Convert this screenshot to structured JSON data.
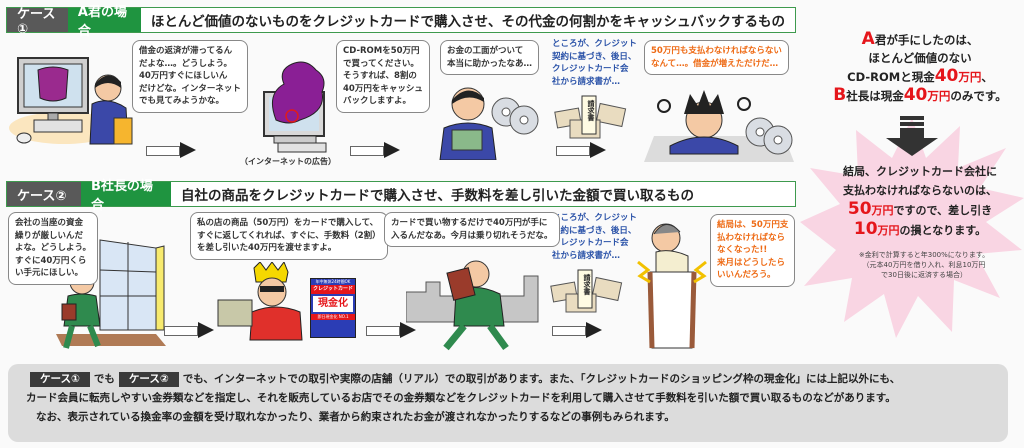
{
  "case_a": {
    "case_label": "ケース①",
    "who_label": "A君の場合",
    "description": "ほとんど価値のないものをクレジットカードで購入させ、その代金の何割かをキャッシュバックするもの",
    "bubble_1": [
      "借金の返済が滞ってるん",
      "だよな…。どうしよう。",
      "40万円すぐにほしいん",
      "だけどな。インターネット",
      "でも見てみようかな。"
    ],
    "bubble_2": [
      "CD-ROMを50万円",
      "で買ってください。",
      "そうすれば、8割の",
      "40万円をキャッシュ",
      "バックしますよ。"
    ],
    "ad_caption": "（インターネットの広告）",
    "bubble_3": [
      "お金の工面がついて",
      "本当に助かったなあ…"
    ],
    "narration": [
      "ところが、クレジット",
      "契約に基づき、後日、",
      "クレジットカード会",
      "社から請求書が…"
    ],
    "invoice_label": "請求書",
    "bubble_4": [
      "50万円も支払わなければならない",
      "なんて…。借金が増えただけだ…"
    ]
  },
  "case_b": {
    "case_label": "ケース②",
    "who_label": "B社長の場合",
    "description": "自社の商品をクレジットカードで購入させ、手数料を差し引いた金額で買い取るもの",
    "bubble_1": [
      "会社の当座の資金",
      "繰りが厳しいんだ",
      "よな。どうしよう。",
      "すぐに40万円くら",
      "い手元にほしい。"
    ],
    "bubble_2": [
      "私の店の商品（50万円）をカードで購入して、",
      "すぐに返してくれれば、すぐに、手数料（2割）",
      "を差し引いた40万円を渡せますよ。"
    ],
    "sign": {
      "top": "年中無休24時間OK",
      "brand": "クレジットカード",
      "main": "現金化",
      "bottom": "即日現金化 NO.1"
    },
    "bubble_3": [
      "カードで買い物するだけで40万円が手に",
      "入るんだなあ。今月は乗り切れそうだな。"
    ],
    "narration": [
      "ところが、クレジット",
      "契約に基づき、後日、",
      "クレジットカード会",
      "社から請求書が…"
    ],
    "invoice_label": "請求書",
    "bubble_4": [
      "結局は、50万円支",
      "払わなければなら",
      "なくなった!!",
      "来月はどうしたら",
      "いいんだろう。"
    ]
  },
  "summary": {
    "top": {
      "l1_letter": "A",
      "l1_text": "君が手にしたのは、",
      "l2": "ほとんど価値のない",
      "l3_text": "CD-ROMと現金",
      "l3_amount": "40",
      "l3_unit": "万円",
      "l3_end": "、",
      "l4_letter": "B",
      "l4_text": "社長は現金",
      "l4_amount": "40",
      "l4_unit": "万円",
      "l4_end": "のみです。"
    },
    "bottom": {
      "l1": "結局、クレジットカード会社に",
      "l2": "支払わなければならないのは、",
      "l3_amount": "50",
      "l3_unit": "万円",
      "l3_text": "ですので、差し引き",
      "l4_amount": "10",
      "l4_unit": "万円",
      "l4_text": "の損となります。"
    },
    "note": [
      "※金利で計算すると年300%になります。",
      "（元本40万円を借り入れ、利息10万円",
      "で30日後に返済する場合）"
    ]
  },
  "footer": {
    "tag_1": "ケース①",
    "mid_1": "でも",
    "tag_2": "ケース②",
    "line_1_rest": "でも、インターネットでの取引や実際の店舗（リアル）での取引があります。また、「クレジットカードのショッピング枠の現金化」には上記以外にも、",
    "line_2": "カード会員に転売しやすい金券類などを指定し、それを販売しているお店でその金券類などをクレジットカードを利用して購入させて手数料を引いた額で買い取るものなどがあります。",
    "line_3": "なお、表示されている換金率の金額を受け取れなかったり、業者から約束されたお金が渡されなかったりするなどの事例もみられます。"
  },
  "colors": {
    "case_bg": "#595959",
    "who_bg": "#1f9440",
    "accent_red": "#e5161b",
    "orange_text": "#ee6a14",
    "narration_blue": "#2a52a8",
    "footer_bg": "#dcdcdc"
  }
}
